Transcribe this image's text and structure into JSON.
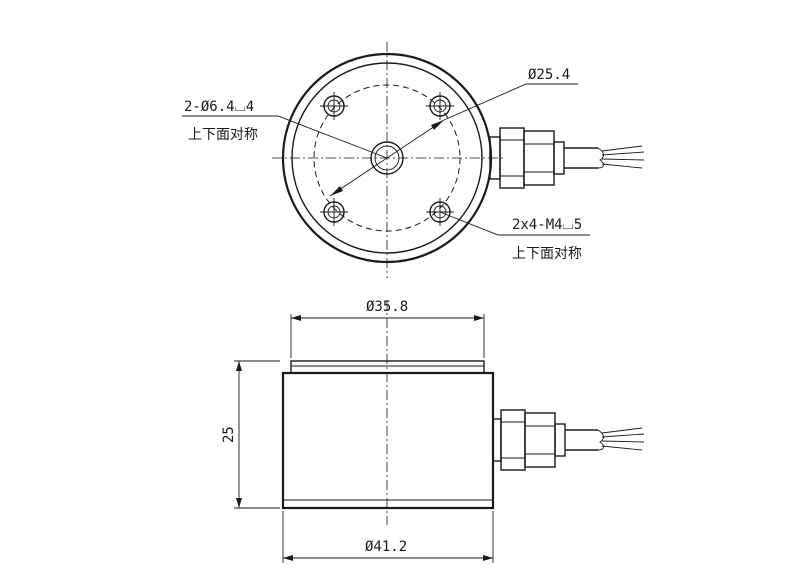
{
  "top_view": {
    "callout_holes": {
      "spec": "2-Ø6.4⌴4",
      "note": "上下面对称"
    },
    "callout_threads": {
      "spec": "2x4-M4⌴5",
      "note": "上下面对称"
    },
    "pcd_label": "Ø25.4"
  },
  "side_view": {
    "top_diameter_label": "Ø35.8",
    "bottom_diameter_label": "Ø41.2",
    "height_label": "25"
  }
}
